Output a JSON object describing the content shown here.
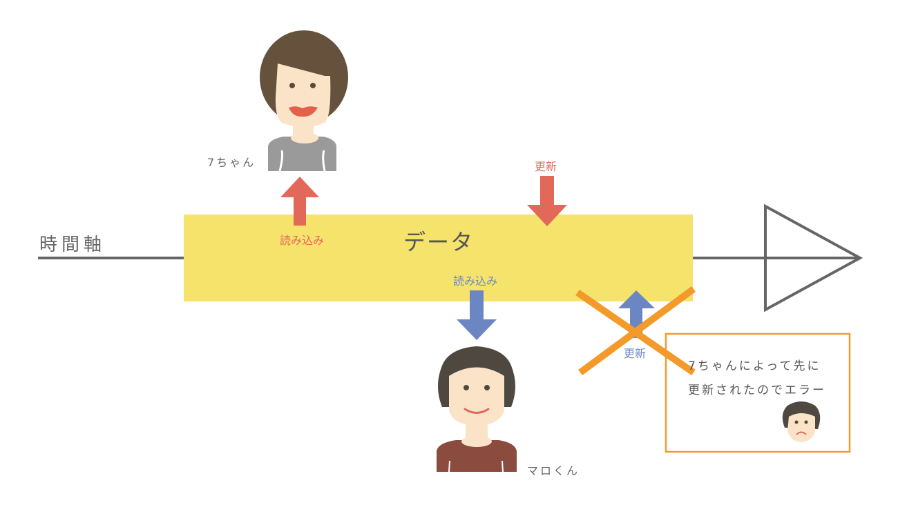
{
  "timeline_label": "時間軸",
  "data_label": "データ",
  "characters": {
    "nana": {
      "name": "7ちゃん"
    },
    "maro": {
      "name": "マロくん"
    }
  },
  "arrows": {
    "nana_read": "読み込み",
    "nana_update": "更新",
    "maro_read": "読み込み",
    "maro_update": "更新"
  },
  "error_box": {
    "line1": "7ちゃんによって先に",
    "line2": "更新されたのでエラー"
  },
  "colors": {
    "data_bar": "#f5e36c",
    "nana_arrow": "#e2685a",
    "maro_arrow": "#6c86c3",
    "cross": "#f39a2b",
    "timeline": "#666666"
  }
}
